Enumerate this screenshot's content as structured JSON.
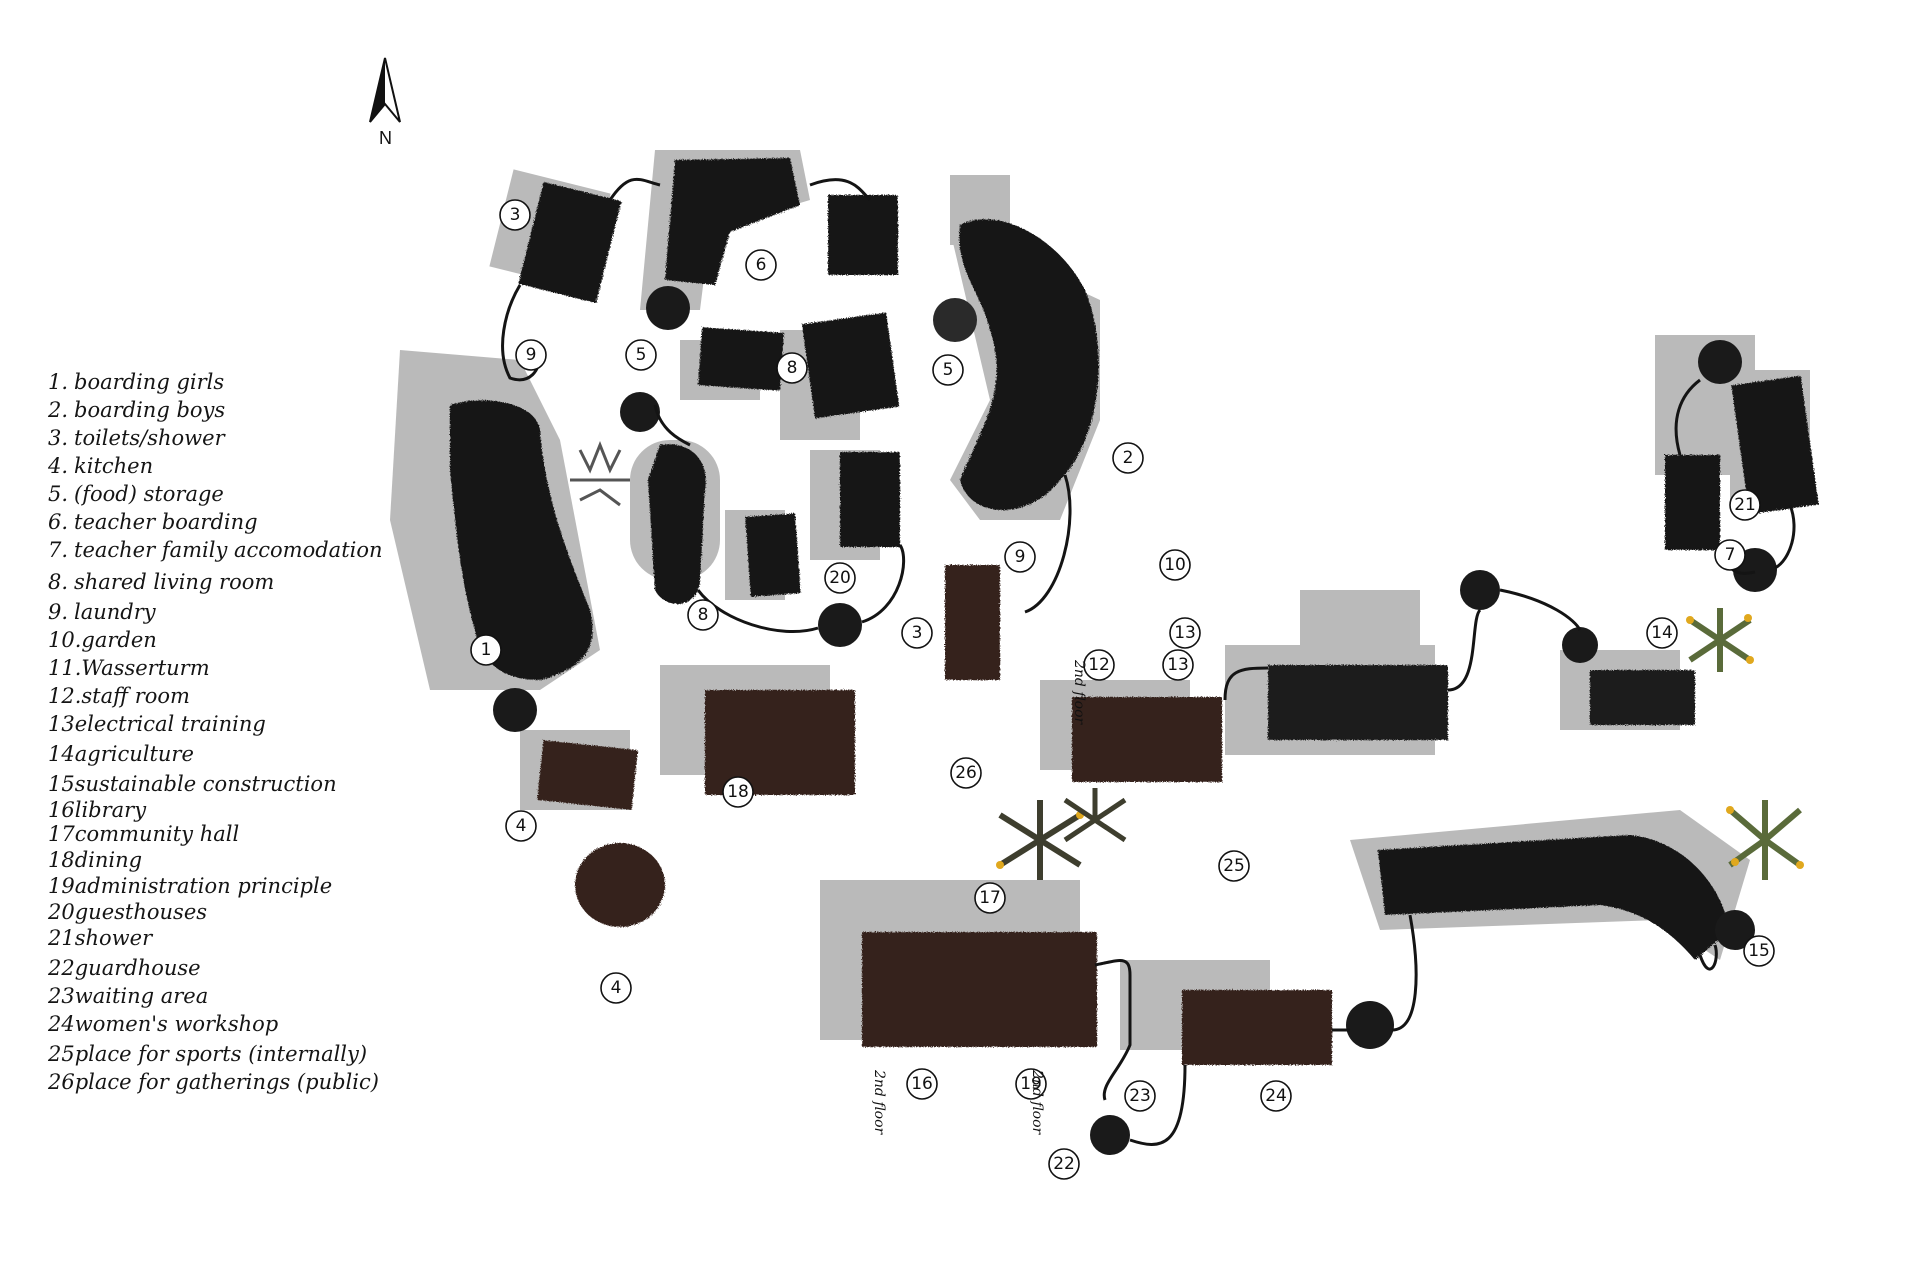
{
  "north_label": "N",
  "legend": [
    {
      "num": "1.",
      "label": "boarding girls"
    },
    {
      "num": "2.",
      "label": "boarding boys"
    },
    {
      "num": "3.",
      "label": "toilets/shower"
    },
    {
      "num": "4.",
      "label": "kitchen"
    },
    {
      "num": "5.",
      "label": "(food) storage"
    },
    {
      "num": "6.",
      "label": "teacher boarding"
    },
    {
      "num": "7.",
      "label": "teacher family accomodation"
    },
    {
      "num": "8.",
      "label": "shared living room"
    },
    {
      "num": "9.",
      "label": "laundry"
    },
    {
      "num": "10.",
      "label": "garden"
    },
    {
      "num": "11.",
      "label": "Wasserturm"
    },
    {
      "num": "12.",
      "label": "staff room"
    },
    {
      "num": "13",
      "label": "electrical training"
    },
    {
      "num": "14",
      "label": "agriculture"
    },
    {
      "num": "15",
      "label": "sustainable construction"
    },
    {
      "num": "16",
      "label": "library"
    },
    {
      "num": "17",
      "label": "community hall"
    },
    {
      "num": "18",
      "label": "dining"
    },
    {
      "num": "19",
      "label": "administration principle"
    },
    {
      "num": "20",
      "label": "guesthouses"
    },
    {
      "num": "21",
      "label": "shower"
    },
    {
      "num": "22",
      "label": "guardhouse"
    },
    {
      "num": "23",
      "label": "waiting area"
    },
    {
      "num": "24",
      "label": "women's workshop"
    },
    {
      "num": "25",
      "label": "place for sports (internally)"
    },
    {
      "num": "26",
      "label": "place for gatherings (public)"
    }
  ],
  "plan_labels": [
    "3",
    "6",
    "9",
    "5",
    "8",
    "5",
    "1",
    "2",
    "8",
    "20",
    "3",
    "9",
    "10",
    "12",
    "13",
    "13",
    "14",
    "21",
    "7",
    "4",
    "4",
    "18",
    "26",
    "17",
    "25",
    "15",
    "16",
    "19",
    "23",
    "24",
    "22"
  ],
  "floor_note": "2nd floor",
  "colors": {
    "building": "#151515",
    "building_brown": "#3a2219",
    "shadow": "#b0b0b0",
    "plant_flower": "#e0a81e",
    "plant_leaf": "#5a6b3a"
  }
}
